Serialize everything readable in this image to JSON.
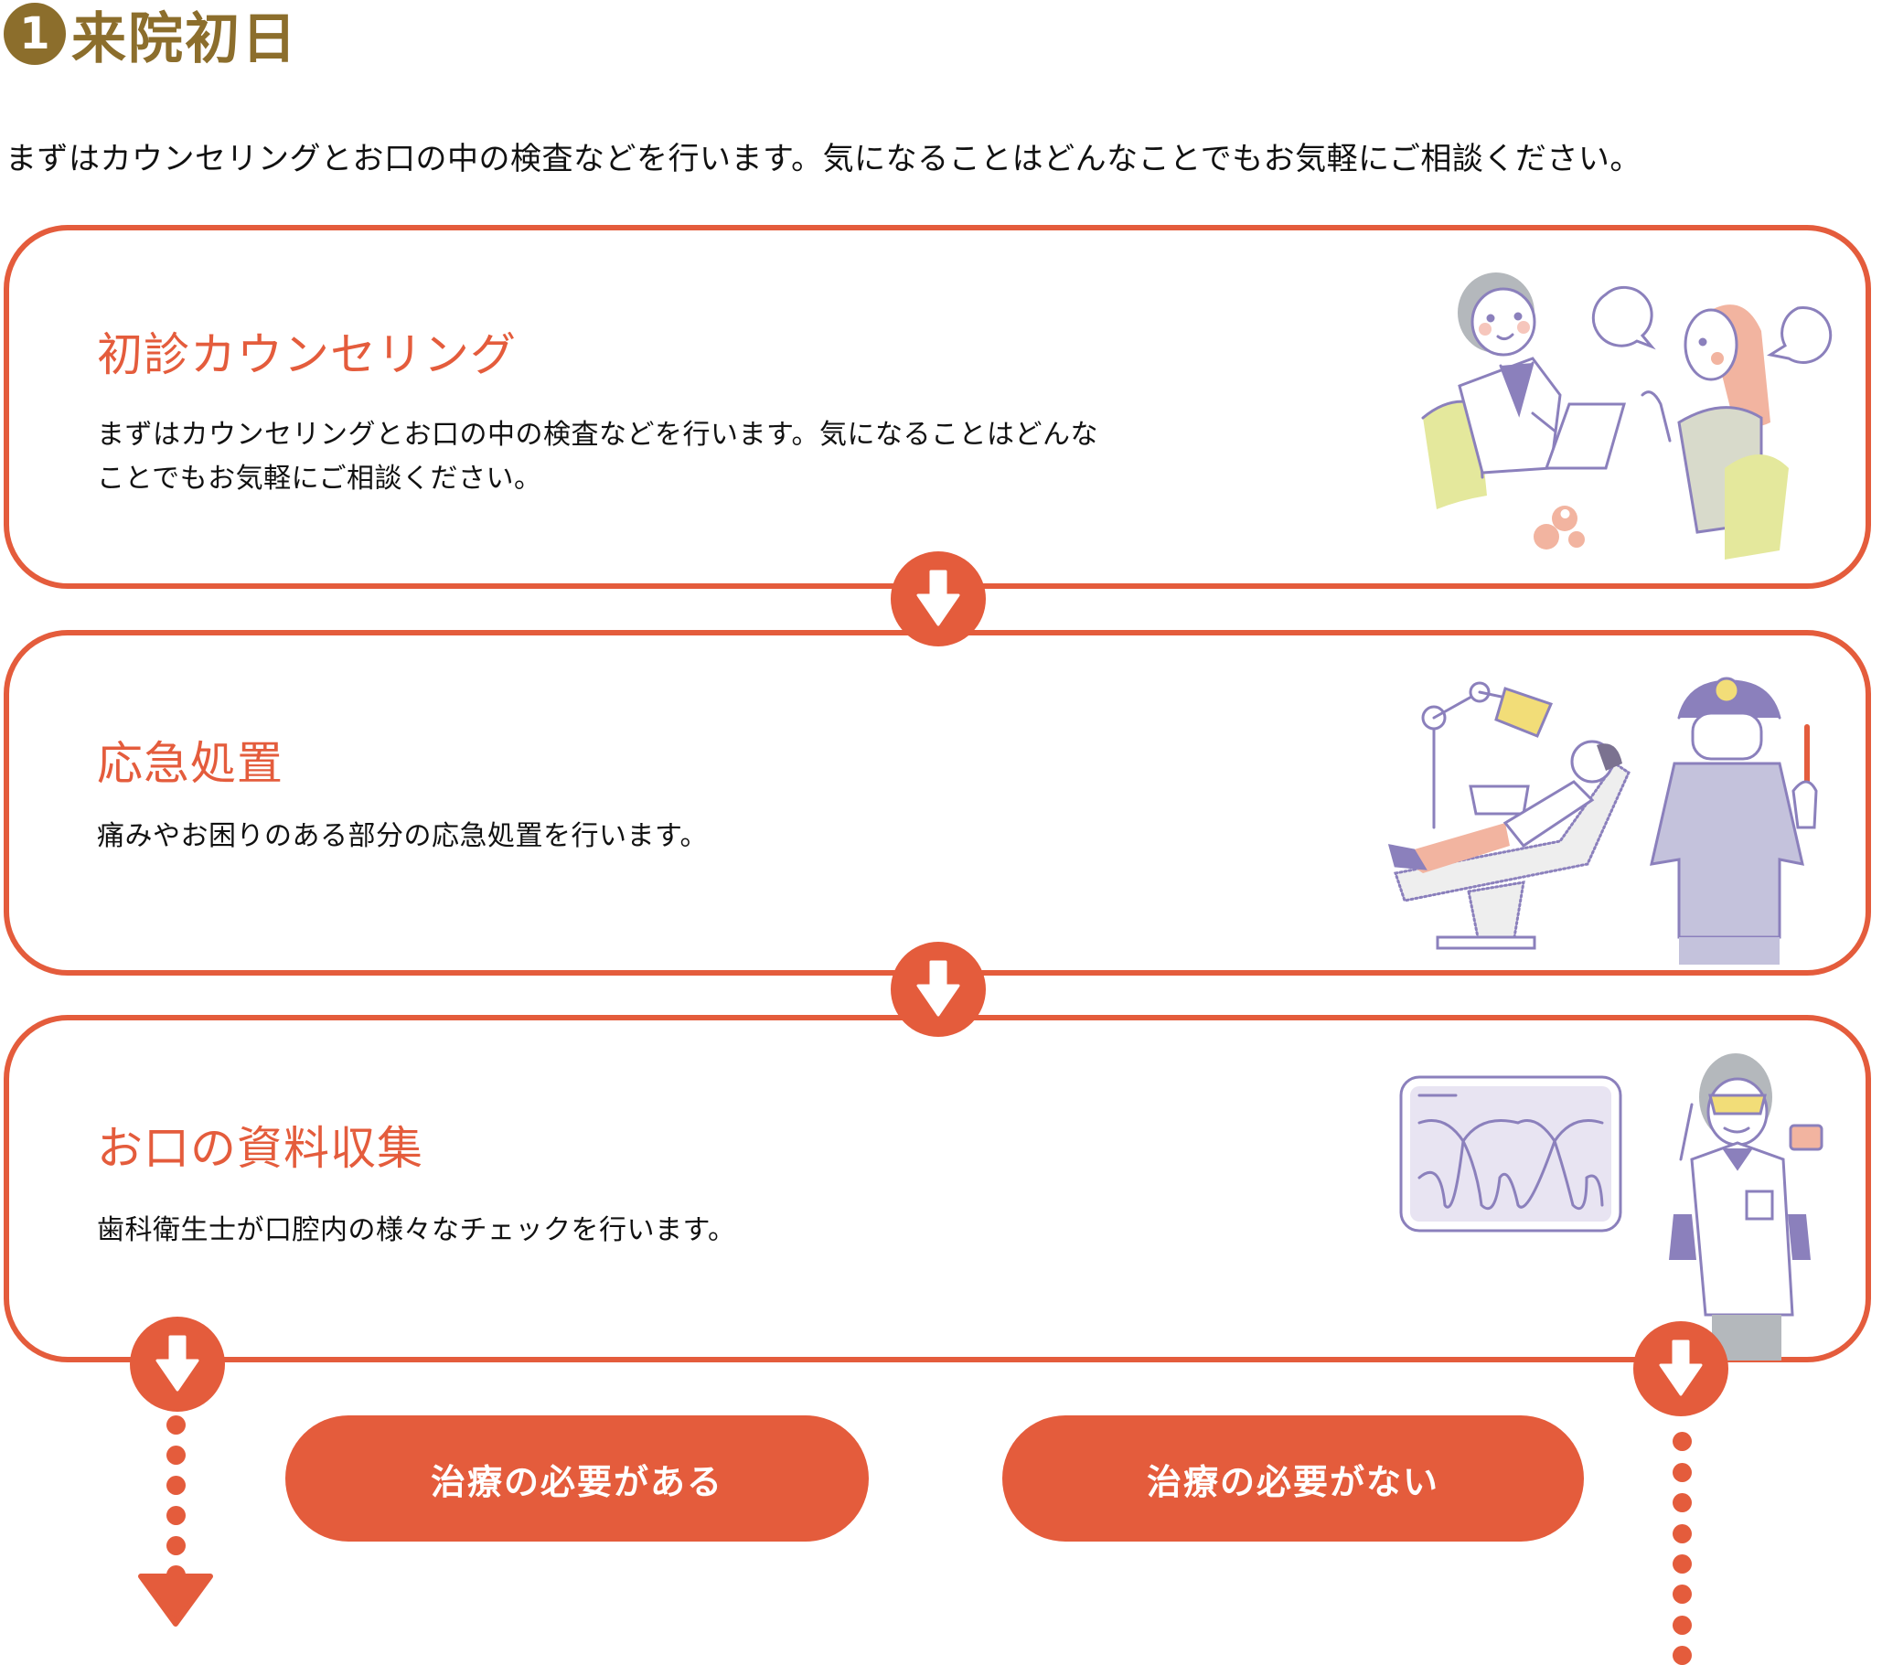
{
  "header": {
    "number": "1",
    "title": "来院初日"
  },
  "intro": "まずはカウンセリングとお口の中の検査などを行います。気になることはどんなことでもお気軽にご相談ください。",
  "colors": {
    "accent": "#e45c3c",
    "gold": "#8c6e2c",
    "illustration_line": "#8b80bc",
    "illustration_yellow": "#e4e89c",
    "illustration_pink": "#f2b4a0"
  },
  "steps": [
    {
      "title": "初診カウンセリング",
      "description": "まずはカウンセリングとお口の中の検査などを行います。気になることはどんな\nことでもお気軽にご相談ください。",
      "illustration": "counseling-illustration"
    },
    {
      "title": "応急処置",
      "description": "痛みやお困りのある部分の応急処置を行います。",
      "illustration": "dental-treatment-illustration"
    },
    {
      "title": "お口の資料収集",
      "description": "歯科衛生士が口腔内の様々なチェックを行います。",
      "illustration": "xray-hygienist-illustration"
    }
  ],
  "branches": {
    "needs_treatment": "治療の必要がある",
    "no_treatment": "治療の必要がない"
  }
}
